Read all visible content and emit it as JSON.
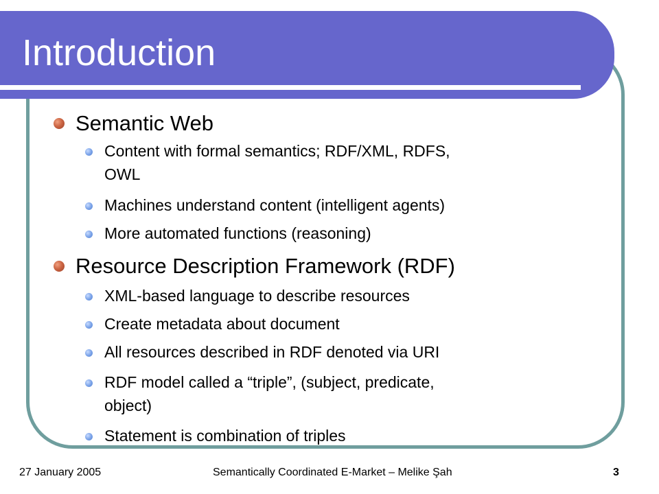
{
  "slide": {
    "title": "Introduction",
    "sections": [
      {
        "heading": "Semantic Web",
        "items": [
          {
            "line1": "Content with formal semantics; RDF/XML, RDFS,",
            "line2": "OWL"
          },
          {
            "line1": "Machines understand content (intelligent agents)"
          },
          {
            "line1": "More automated functions (reasoning)"
          }
        ]
      },
      {
        "heading": "Resource Description Framework (RDF)",
        "items": [
          {
            "line1": "XML-based language to describe resources"
          },
          {
            "line1": "Create metadata about document"
          },
          {
            "line1": "All resources described in RDF denoted via URI"
          },
          {
            "line1": "RDF model called a “triple”, (subject, predicate,",
            "line2": "object)"
          },
          {
            "line1": "Statement is combination of triples"
          }
        ]
      }
    ]
  },
  "footer": {
    "date": "27 January 2005",
    "center": "Semantically Coordinated E-Market – Melike Şah",
    "page_number": "3"
  },
  "colors": {
    "title_band": "#6666cc",
    "frame_border": "#6f9e9e",
    "level1_bullet": "#cc6644",
    "level2_bullet": "#7fa6ea"
  }
}
